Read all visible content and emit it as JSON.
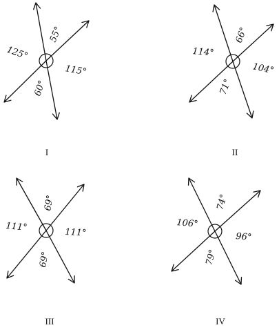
{
  "figures": [
    {
      "id": "I",
      "numeral": "I",
      "angles": [
        "125°",
        "55°",
        "115°",
        "60°"
      ]
    },
    {
      "id": "II",
      "numeral": "II",
      "angles": [
        "114°",
        "66°",
        "104°",
        "71°"
      ]
    },
    {
      "id": "III",
      "numeral": "III",
      "angles": [
        "111°",
        "69°",
        "111°",
        "69°"
      ]
    },
    {
      "id": "IV",
      "numeral": "IV",
      "angles": [
        "106°",
        "74°",
        "96°",
        "79°"
      ]
    }
  ]
}
